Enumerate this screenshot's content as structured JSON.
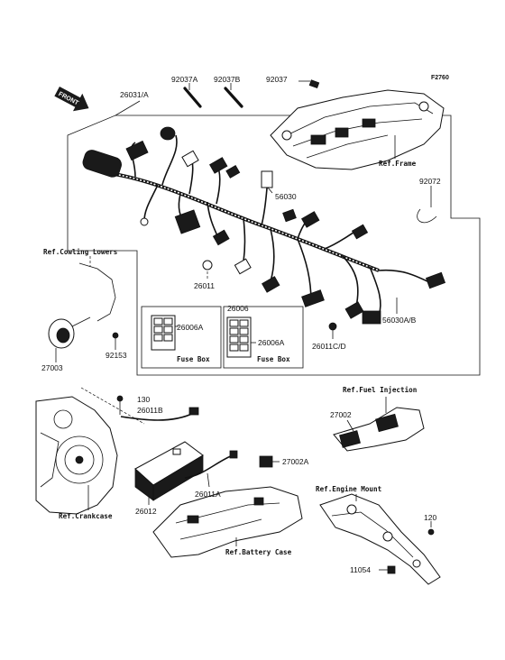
{
  "diagram": {
    "code": "F2760",
    "front_label": "FRONT",
    "fuse_box_label": "Fuse Box",
    "refs": {
      "frame": "Ref.Frame",
      "cowling": "Ref.Cowling Lowers",
      "fuel": "Ref.Fuel Injection",
      "crankcase": "Ref.Crankcase",
      "engine_mount": "Ref.Engine Mount",
      "battery": "Ref.Battery Case"
    },
    "parts": {
      "p26031A": "26031/A",
      "p92037A": "92037A",
      "p92037B": "92037B",
      "p92037": "92037",
      "p56030": "56030",
      "p92072": "92072",
      "p26011": "26011",
      "p26006A_1": "26006A",
      "p26006": "26006",
      "p26006A_2": "26006A",
      "p56030AB": "56030A/B",
      "p26011CD": "26011C/D",
      "p27003": "27003",
      "p92153": "92153",
      "p130": "130",
      "p26011B": "26011B",
      "p27002": "27002",
      "p27002A": "27002A",
      "p26012": "26012",
      "p26011A": "26011A",
      "p120": "120",
      "p11054": "11054"
    }
  }
}
